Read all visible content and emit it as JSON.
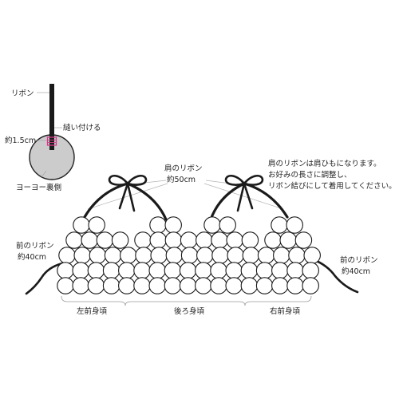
{
  "detail": {
    "ribbon_label": "リボン",
    "sew_label": "縫い付ける",
    "size_label": "約1.5cm",
    "yoyo_back_label": "ヨーヨー裏側"
  },
  "shoulder": {
    "label_1": "肩のリボン",
    "label_2": "約50cm"
  },
  "note": {
    "line_1": "肩のリボンは肩ひもになります。",
    "line_2": "お好みの長さに調整し、",
    "line_3": "リボン結びにして着用してください。"
  },
  "front_ribbon_left": {
    "label_1": "前のリボン",
    "label_2": "約40cm"
  },
  "front_ribbon_right": {
    "label_1": "前のリボン",
    "label_2": "約40cm"
  },
  "sections": {
    "left_front": "左前身頃",
    "back": "後ろ身頃",
    "right_front": "右前身頃"
  },
  "colors": {
    "yoyo_fill": "#ffffff",
    "yoyo_stroke": "#1a1a1a",
    "ribbon": "#1a1a1a",
    "back_circle": "#cccccc",
    "sew_mark": "#d43a8a",
    "guide_line": "#b5b5b5"
  }
}
